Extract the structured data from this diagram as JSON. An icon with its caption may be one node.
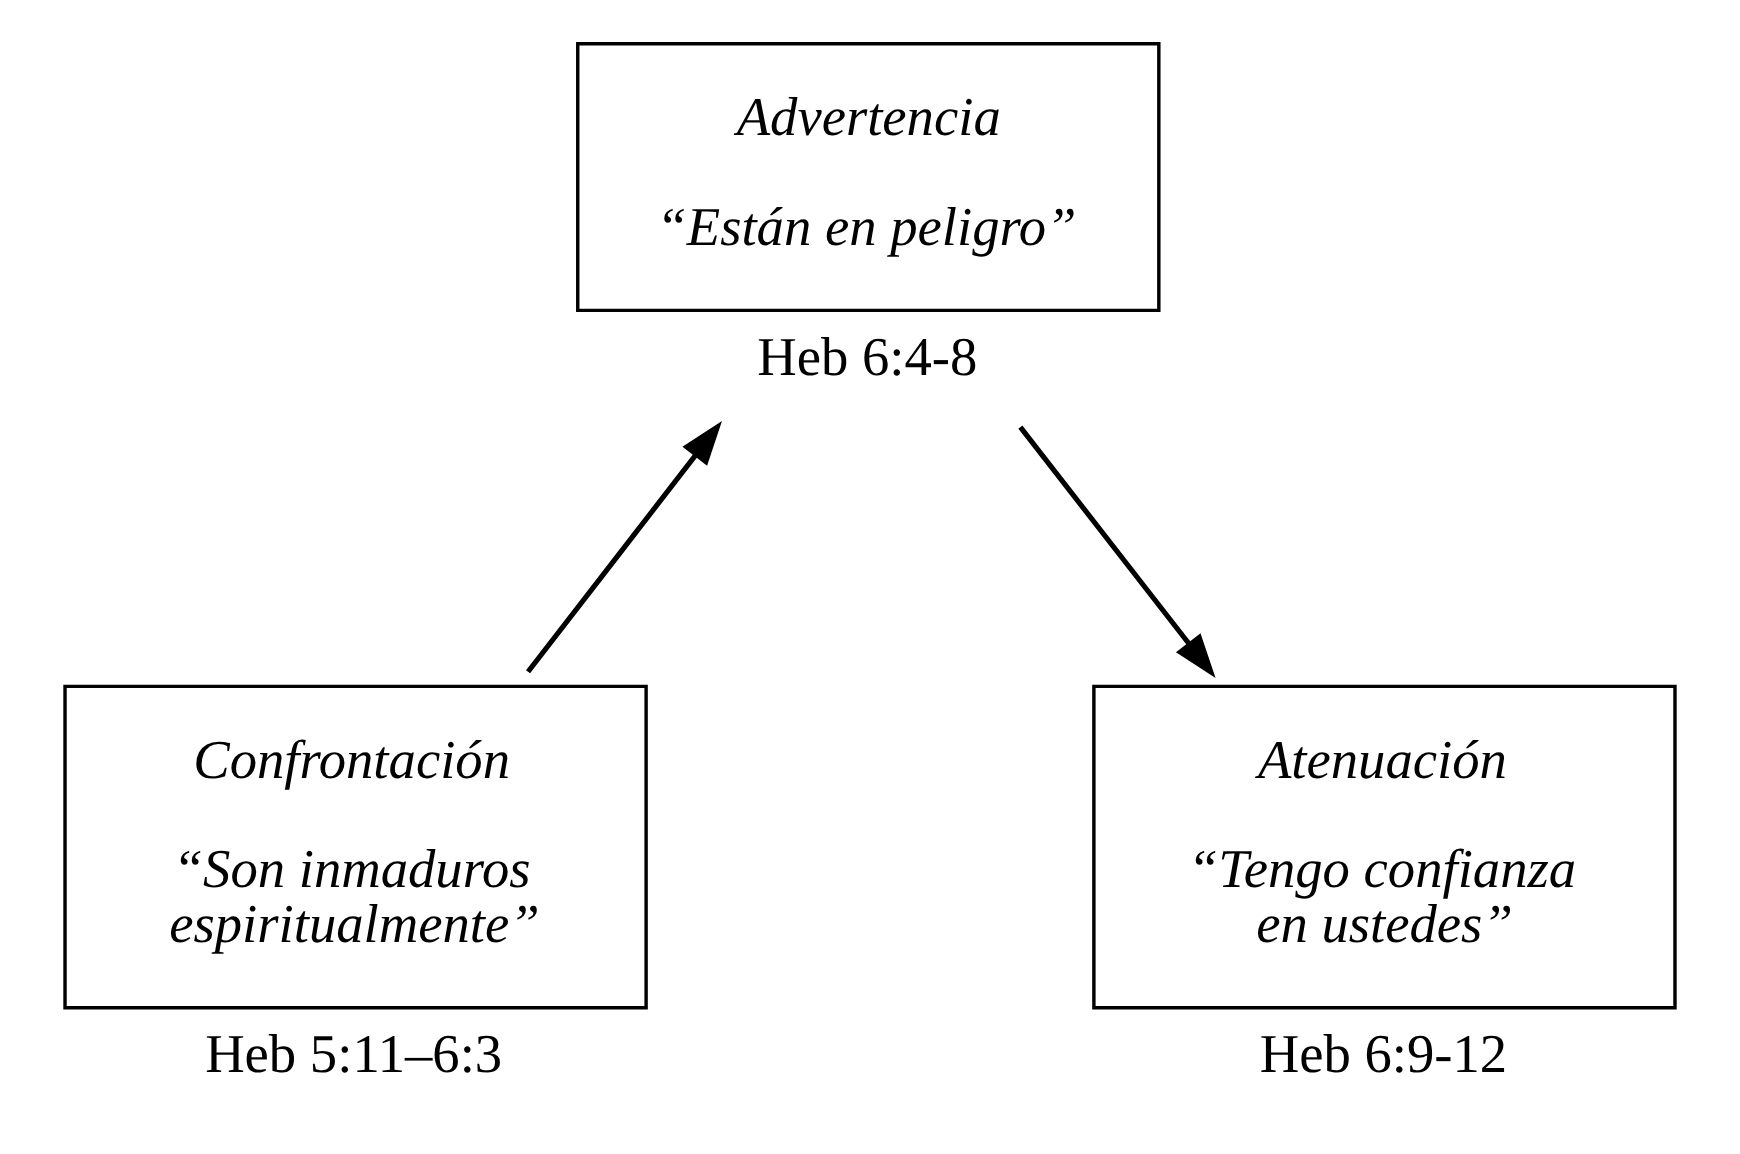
{
  "diagram": {
    "nodes": [
      {
        "text": [
          "Advertencia",
          "“Están en peligro”"
        ],
        "beside": [
          "Heb 6:4-8"
        ]
      },
      {
        "text": [
          "Confrontación",
          "“Son inmaduros espiritualmente”"
        ],
        "beside": [
          "Heb 5:11–6:3"
        ]
      },
      {
        "text": [
          "Atenuación",
          "“Tengo confianza en ustedes”"
        ],
        "beside": [
          "Heb 6:9-12"
        ]
      }
    ],
    "edges": [
      {
        "from": 1,
        "to": 0,
        "arrow": "to"
      },
      {
        "from": 0,
        "to": 2,
        "arrow": "to"
      }
    ]
  }
}
